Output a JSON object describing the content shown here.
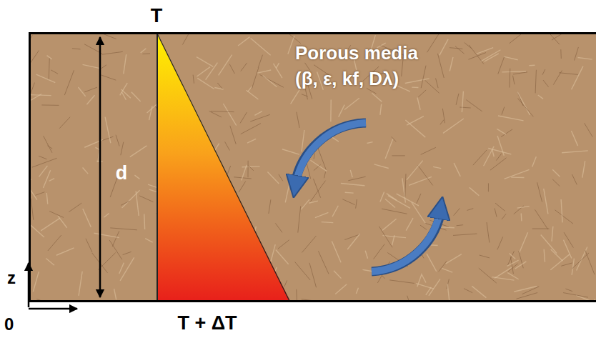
{
  "diagram": {
    "nodes": [
      {
        "text": [
          "Porous media",
          "(β, ε, kf, Dλ)"
        ]
      }
    ],
    "labels": [
      "T",
      "d",
      "T + ΔT",
      "z",
      "0"
    ]
  }
}
